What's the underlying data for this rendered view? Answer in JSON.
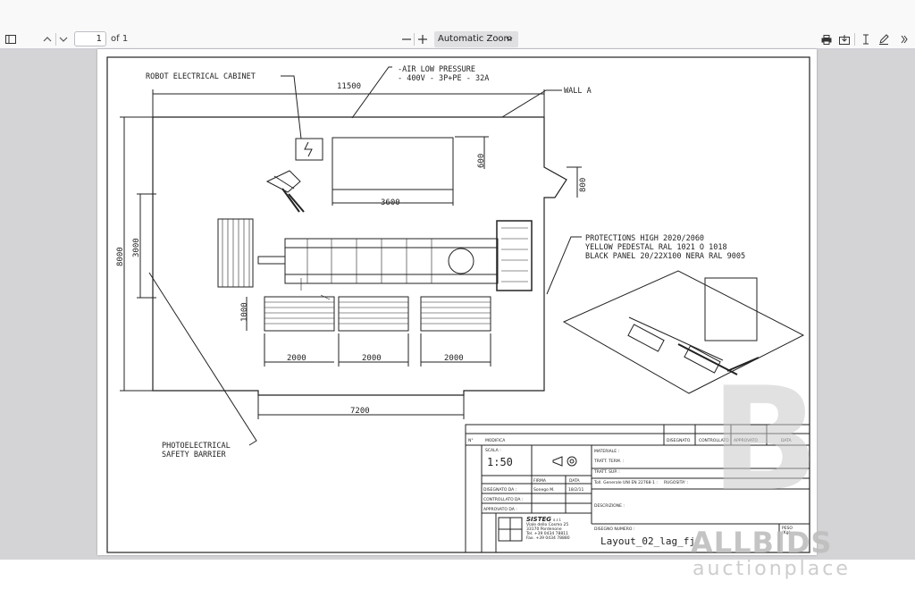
{
  "toolbar": {
    "page_number": "1",
    "page_count": "of 1",
    "zoom_label": "Automatic Zoom"
  },
  "drawing": {
    "robot_cabinet": "ROBOT ELECTRICAL CABINET",
    "air_low_pressure": "-AIR LOW PRESSURE",
    "power_spec": "- 400V - 3P+PE - 32A",
    "wall_a": "WALL A",
    "protections_line1": "PROTECTIONS HIGH 2020/2060",
    "protections_line2": "YELLOW PEDESTAL RAL 1021 O 1018",
    "protections_line3": "BLACK PANEL 20/22X100 NERA RAL 9005",
    "barrier_line1": "PHOTOELECTRICAL",
    "barrier_line2": "SAFETY BARRIER",
    "dimensions": {
      "d11500": "11500",
      "d600": "600",
      "d800": "800",
      "d3600": "3600",
      "d8000": "8000",
      "d3000": "3000",
      "d1000": "1000",
      "d2000a": "2000",
      "d2000b": "2000",
      "d2000c": "2000",
      "d7200": "7200"
    }
  },
  "title_block": {
    "n_label": "N°",
    "modifica": "MODIFICA",
    "disegnato": "DISEGNATO",
    "controllato": "CONTROLLATO",
    "approvato": "APPROVATO",
    "data": "DATA",
    "scala_label": "SCALA :",
    "scala_value": "1:50",
    "materiale": "MATERIALE :",
    "tratt_term": "TRATT. TERM. :",
    "tratt_sup": "TRATT. SUP. :",
    "firma": "FIRMA",
    "data2": "DATA",
    "disegnato_da": "DISEGNATO DA :",
    "designer": "Sonego M.",
    "date_value": "18/2/11",
    "controllato_da": "CONTROLLATO DA :",
    "approvato_da": "APPROVATO DA :",
    "toll": "Toll. Generale UNI EN 22768-1 :",
    "rugosita": "RUGOSITA' :",
    "descrizione": "DESCRIZIONE :",
    "company": "SISTEG",
    "company_suffix": "s.r.l.",
    "address1": "Viale dello Cosmo 25",
    "address2": "33170 Pordenone",
    "tel": "Tel. +39 0434 78811",
    "fax": "Fax. +39 0434 78880",
    "disegno_numero": "DISEGNO NUMERO :",
    "drawing_number": "Layout_02_lag_fj",
    "peso": "PESO",
    "peso_unit": "(Kg)"
  },
  "watermark": {
    "line1": "ALLBIDS",
    "line2": "auctionplace"
  }
}
